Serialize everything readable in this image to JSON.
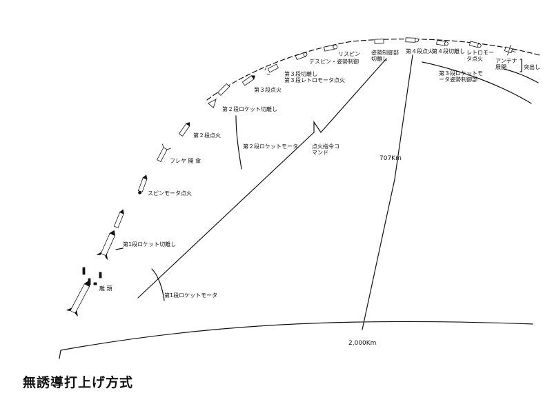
{
  "title": "無誘導打上げ方式",
  "stage_labels": {
    "liftoff": "離 頭",
    "stage1_motor": "第1段ロケットモータ",
    "stage1_separation": "第1段ロケット切離し",
    "spin_motor_ignition": "スピンモータ点火",
    "fairing_open": "フレヤ 開 傘",
    "stage2_ignition": "第２段点火",
    "stage2_motor": "第２段ロケットモータ",
    "stage2_separation": "第２段ロケット切離し",
    "stage3_ignition": "第３段点火",
    "stage3_separation": "第３段切離し",
    "stage3_retro": "第３段レトロモータ点火",
    "despin": "デスピン・姿勢制御",
    "respin": "リスピン",
    "attitude_control_separation": "姿勢制御部切離し",
    "stage4_ignition": "第４段点火",
    "stage4_separation": "第４段切離し",
    "retro_motor_ignition": "レトロモータ点火",
    "stage3_attitude_control": "第３段ロケットモータ姿勢制御部",
    "antenna_deploy": "アンテナ展開",
    "deploy": "突出し",
    "ignition_command": "点火指令コマンド"
  },
  "distances": {
    "altitude": "707Km",
    "range": "2,000Km"
  }
}
